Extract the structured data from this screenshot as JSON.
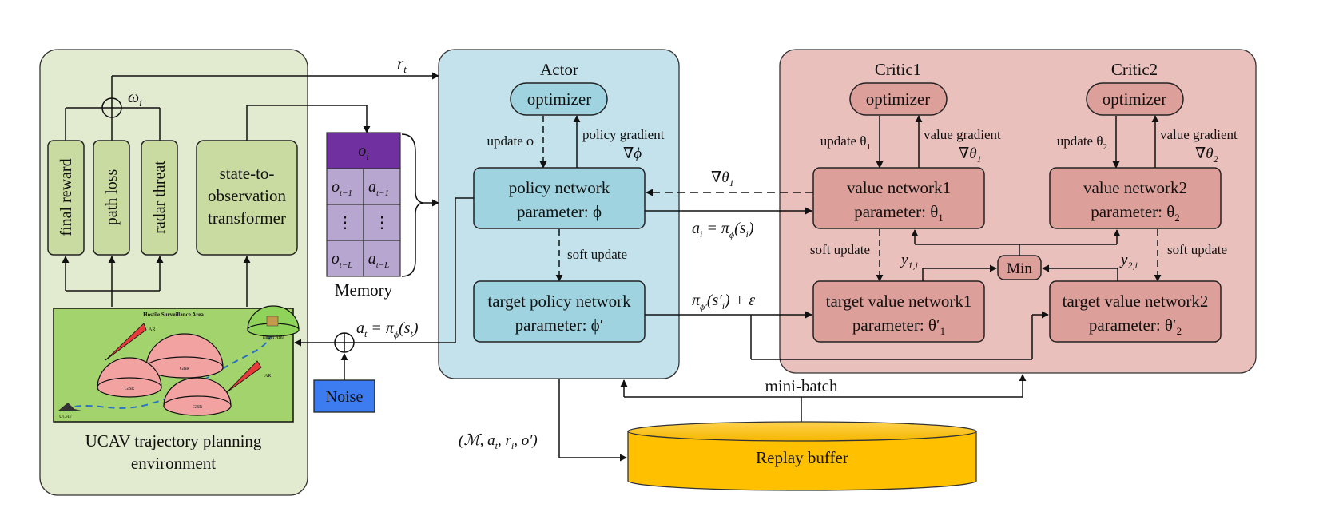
{
  "environment": {
    "caption_line1": "UCAV trajectory planning",
    "caption_line2": "environment",
    "blocks": [
      "final reward",
      "path loss",
      "radar threat"
    ],
    "transformer_lines": [
      "state-to-",
      "observation",
      "transformer"
    ],
    "weight_label": "ω",
    "weight_sub": "i",
    "map": {
      "title": "Hostile Surveillance Area",
      "target_label": "Target Area",
      "ucav_label": "UCAV",
      "gbr_label": "GBR",
      "ar_label": "AR"
    }
  },
  "noise": {
    "label": "Noise"
  },
  "reward": {
    "label": "r",
    "sub": "t"
  },
  "memory": {
    "title": "Memory",
    "top": {
      "label": "o",
      "sub": "i"
    },
    "rows": [
      {
        "o": "o",
        "o_sub": "t−1",
        "a": "a",
        "a_sub": "t−1"
      },
      {
        "o": "⋮",
        "o_sub": "",
        "a": "⋮",
        "a_sub": ""
      },
      {
        "o": "o",
        "o_sub": "t−L",
        "a": "a",
        "a_sub": "t−L"
      }
    ]
  },
  "actor": {
    "title": "Actor",
    "optimizer": "optimizer",
    "update_label": "update ϕ",
    "policy_gradient_line1": "policy gradient",
    "policy_gradient_line2": "∇ϕ",
    "policy_network_line1": "policy network",
    "policy_network_line2": "parameter: ϕ",
    "soft_update": "soft update",
    "target_policy_line1": "target policy network",
    "target_policy_line2": "parameter: ϕ′"
  },
  "critics": [
    {
      "title": "Critic1",
      "optimizer": "optimizer",
      "update_label": "update θ",
      "update_sub": "1",
      "gradient_line1": "value gradient",
      "gradient_line2": "∇θ",
      "gradient_sub": "1",
      "network_line1": "value network1",
      "network_line2": "parameter: θ",
      "network_sub": "1",
      "target_line1": "target value network1",
      "target_line2": "parameter: θ′",
      "target_sub": "1",
      "soft_update": "soft update",
      "y_label": "y",
      "y_sub": "1,i"
    },
    {
      "title": "Critic2",
      "optimizer": "optimizer",
      "update_label": "update θ",
      "update_sub": "2",
      "gradient_line1": "value gradient",
      "gradient_line2": "∇θ",
      "gradient_sub": "2",
      "network_line1": "value network2",
      "network_line2": "parameter: θ",
      "network_sub": "2",
      "target_line1": "target value network2",
      "target_line2": "parameter: θ′",
      "target_sub": "2",
      "soft_update": "soft update",
      "y_label": "y",
      "y_sub": "2,i"
    }
  ],
  "min_label": "Min",
  "grad_theta_label": "∇θ",
  "grad_theta_sub": "1",
  "action_label": "a",
  "action_sub": "i",
  "action_eq": " = π",
  "action_pi_sub": "ϕ",
  "action_arg": "(s",
  "action_arg_sub": "i",
  "action_close": ")",
  "env_action_label": "a",
  "env_action_sub": "t",
  "env_action_eq": " = π",
  "env_action_pi_sub": "ϕ",
  "env_action_arg": "(s",
  "env_action_arg_sub": "t",
  "env_action_close": ")",
  "target_action_label": "π",
  "target_action_pi_sub": "ϕ′",
  "target_action_arg": "(s′",
  "target_action_arg_sub": "i",
  "target_action_close": ") + ε",
  "mini_batch": "mini-batch",
  "replay_buffer": "Replay buffer",
  "tuple_label": "(ℳ, a",
  "tuple_sub1": "t",
  "tuple_mid": ", r",
  "tuple_sub2": "i",
  "tuple_end": ", o′)",
  "colors": {
    "env_panel": "#e2ead0",
    "env_block": "#c9dba0",
    "actor_panel": "#c3e2ec",
    "actor_box": "#9fd3df",
    "critic_panel": "#eac0bd",
    "critic_box": "#dc9f99",
    "memory_top": "#7030a0",
    "memory_cell": "#b7a6cf",
    "noise": "#3d7cf0",
    "replay": "#ffc000",
    "map_bg": "#a3d36d",
    "radar": "#f3a2a2"
  }
}
